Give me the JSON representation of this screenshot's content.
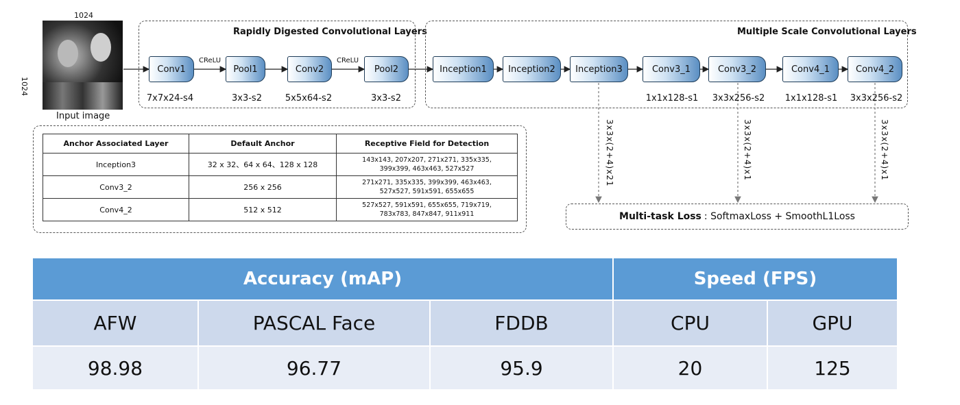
{
  "input": {
    "size_top": "1024",
    "size_side": "1024",
    "caption": "Input image"
  },
  "groups": {
    "rdcl": "Rapidly Digested Convolutional Layers",
    "mscl": "Multiple Scale Convolutional Layers"
  },
  "layers": [
    {
      "name": "Conv1",
      "param": "7x7x24-s4"
    },
    {
      "name": "Pool1",
      "param": "3x3-s2"
    },
    {
      "name": "Conv2",
      "param": "5x5x64-s2"
    },
    {
      "name": "Pool2",
      "param": "3x3-s2"
    },
    {
      "name": "Inception1",
      "param": ""
    },
    {
      "name": "Inception2",
      "param": ""
    },
    {
      "name": "Inception3",
      "param": ""
    },
    {
      "name": "Conv3_1",
      "param": "1x1x128-s1"
    },
    {
      "name": "Conv3_2",
      "param": "3x3x256-s2"
    },
    {
      "name": "Conv4_1",
      "param": "1x1x128-s1"
    },
    {
      "name": "Conv4_2",
      "param": "3x3x256-s2"
    }
  ],
  "activations": [
    "CReLU",
    "CReLU"
  ],
  "branches": [
    "3x3x(2+4)x21",
    "3x3x(2+4)x1",
    "3x3x(2+4)x1"
  ],
  "loss": {
    "bold": "Multi-task Loss",
    "rest": ": SoftmaxLoss + SmoothL1Loss"
  },
  "anchor_table": {
    "headers": [
      "Anchor Associated Layer",
      "Default Anchor",
      "Receptive Field for Detection"
    ],
    "rows": [
      {
        "layer": "Inception3",
        "anchor": "32 x 32、64 x 64、128 x 128",
        "rf1": "143x143, 207x207, 271x271, 335x335,",
        "rf2": "399x399, 463x463, 527x527"
      },
      {
        "layer": "Conv3_2",
        "anchor": "256 x 256",
        "rf1": "271x271, 335x335, 399x399, 463x463,",
        "rf2": "527x527, 591x591, 655x655"
      },
      {
        "layer": "Conv4_2",
        "anchor": "512 x 512",
        "rf1": "527x527, 591x591, 655x655, 719x719,",
        "rf2": "783x783, 847x847, 911x911"
      }
    ]
  },
  "results": {
    "group_headers": [
      "Accuracy (mAP)",
      "Speed (FPS)"
    ],
    "columns": [
      "AFW",
      "PASCAL Face",
      "FDDB",
      "CPU",
      "GPU"
    ],
    "values": [
      "98.98",
      "96.77",
      "95.9",
      "20",
      "125"
    ]
  }
}
